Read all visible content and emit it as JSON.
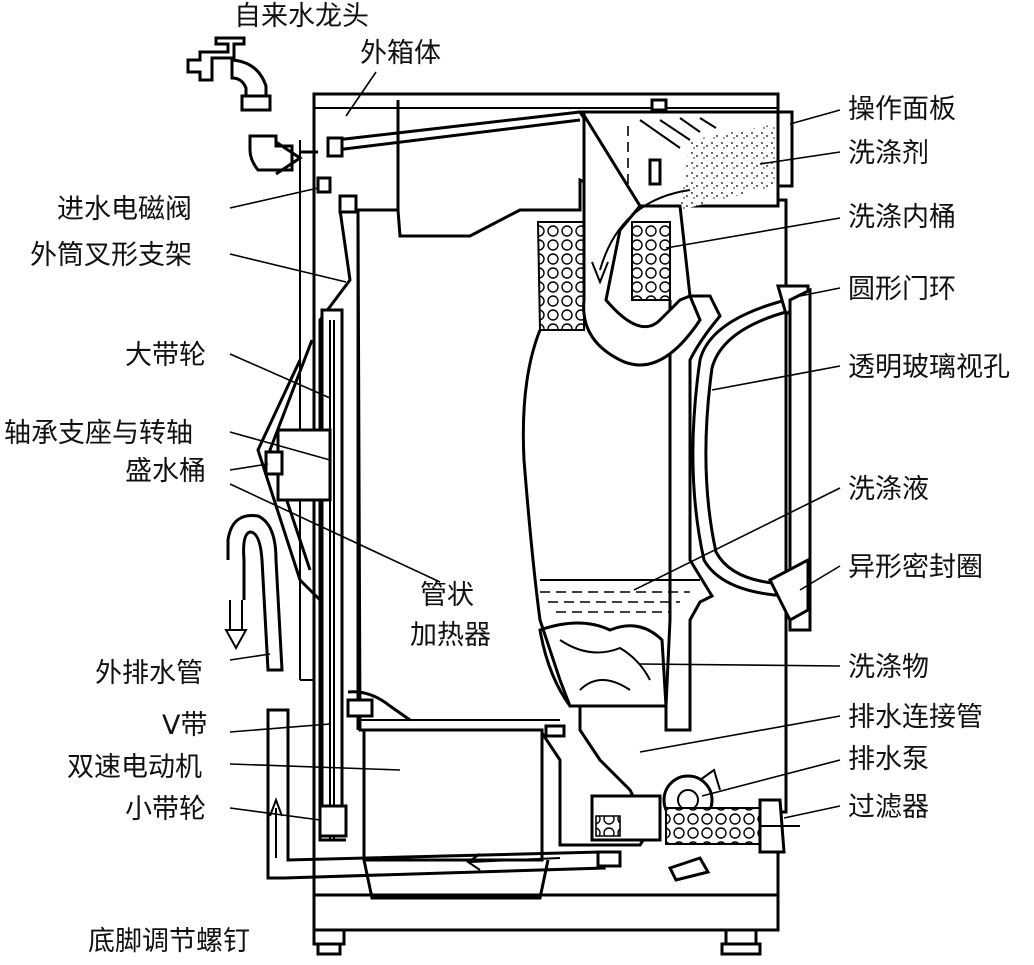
{
  "labels": {
    "faucet": "自来水龙头",
    "cabinet": "外箱体",
    "control_panel": "操作面板",
    "detergent": "洗涤剂",
    "inlet_valve": "进水电磁阀",
    "inner_drum": "洗涤内桶",
    "fork_bracket": "外筒叉形支架",
    "door_ring": "圆形门环",
    "large_pulley": "大带轮",
    "glass_window": "透明玻璃视孔",
    "bearing": "轴承支座与转轴",
    "water_tub": "盛水桶",
    "wash_liquid": "洗涤液",
    "heater_1": "管状",
    "heater_2": "加热器",
    "seal": "异形密封圈",
    "outer_drain": "外排水管",
    "laundry": "洗涤物",
    "v_belt": "V带",
    "drain_pipe": "排水连接管",
    "motor": "双速电动机",
    "drain_pump": "排水泵",
    "small_pulley": "小带轮",
    "filter": "过滤器",
    "feet": "底脚调节螺钉"
  }
}
